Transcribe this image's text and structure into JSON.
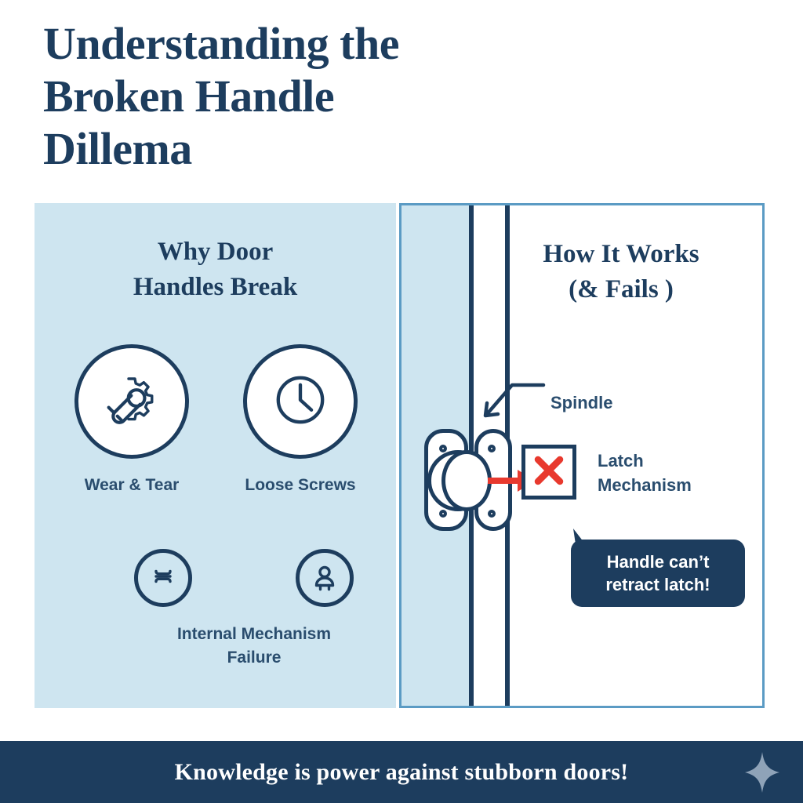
{
  "title": "Understanding the\nBroken Handle\nDillema",
  "colors": {
    "navy": "#1d3d5e",
    "panel_fill": "#cee5f0",
    "panel_border": "#5b9bc4",
    "accent_red": "#e8392e",
    "text_blue": "#2a4d6e",
    "white": "#ffffff",
    "sparkle": "#8fa3b8"
  },
  "left_panel": {
    "heading": "Why Door\nHandles Break",
    "causes": [
      {
        "label": "Wear & Tear",
        "icon": "gear-wrench-icon"
      },
      {
        "label": "Loose Screws",
        "icon": "clock-icon"
      },
      {
        "label": "Internal Mechanism\nFailure",
        "icon": "layers-icon"
      },
      {
        "label": "",
        "icon": "person-icon"
      }
    ]
  },
  "right_panel": {
    "heading": "How It Works\n(& Fails )",
    "labels": {
      "spindle": "Spindle",
      "latch": "Latch\nMechanism"
    },
    "callout": "Handle can’t\nretract latch!",
    "failure_marker": "red-x-icon"
  },
  "footer": {
    "text": "Knowledge is power against stubborn doors!",
    "icon": "sparkle-icon"
  }
}
